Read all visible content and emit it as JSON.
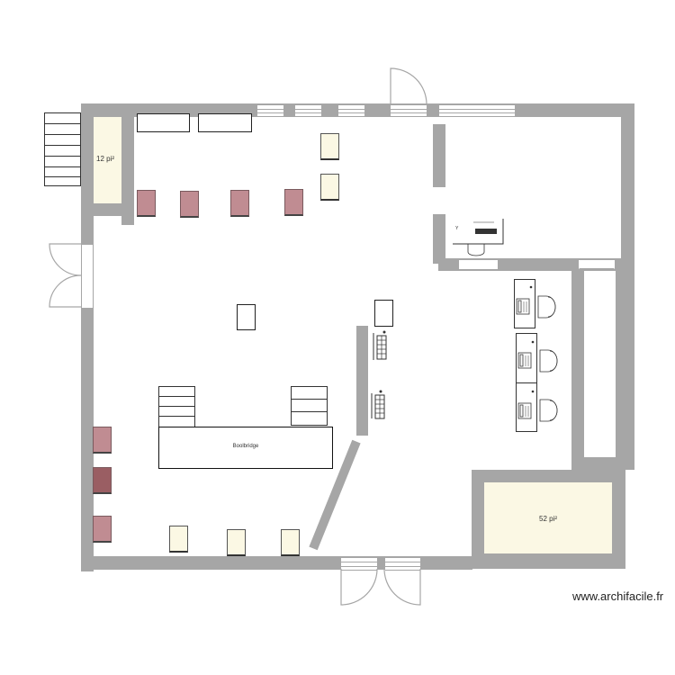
{
  "plan": {
    "type": "floor-plan",
    "rooms": [
      {
        "id": "storage-small",
        "area_label": "12 pi²"
      },
      {
        "id": "storage-large",
        "area_label": "52 pi²"
      }
    ],
    "labels": {
      "counter": "Boolbridge"
    },
    "colors": {
      "wall": "#a6a6a6",
      "room_fill": "#fbf8e4",
      "chair_red": "#c08c92",
      "chair_red_dark": "#9a5e63"
    }
  },
  "watermark": "www.archifacile.fr"
}
